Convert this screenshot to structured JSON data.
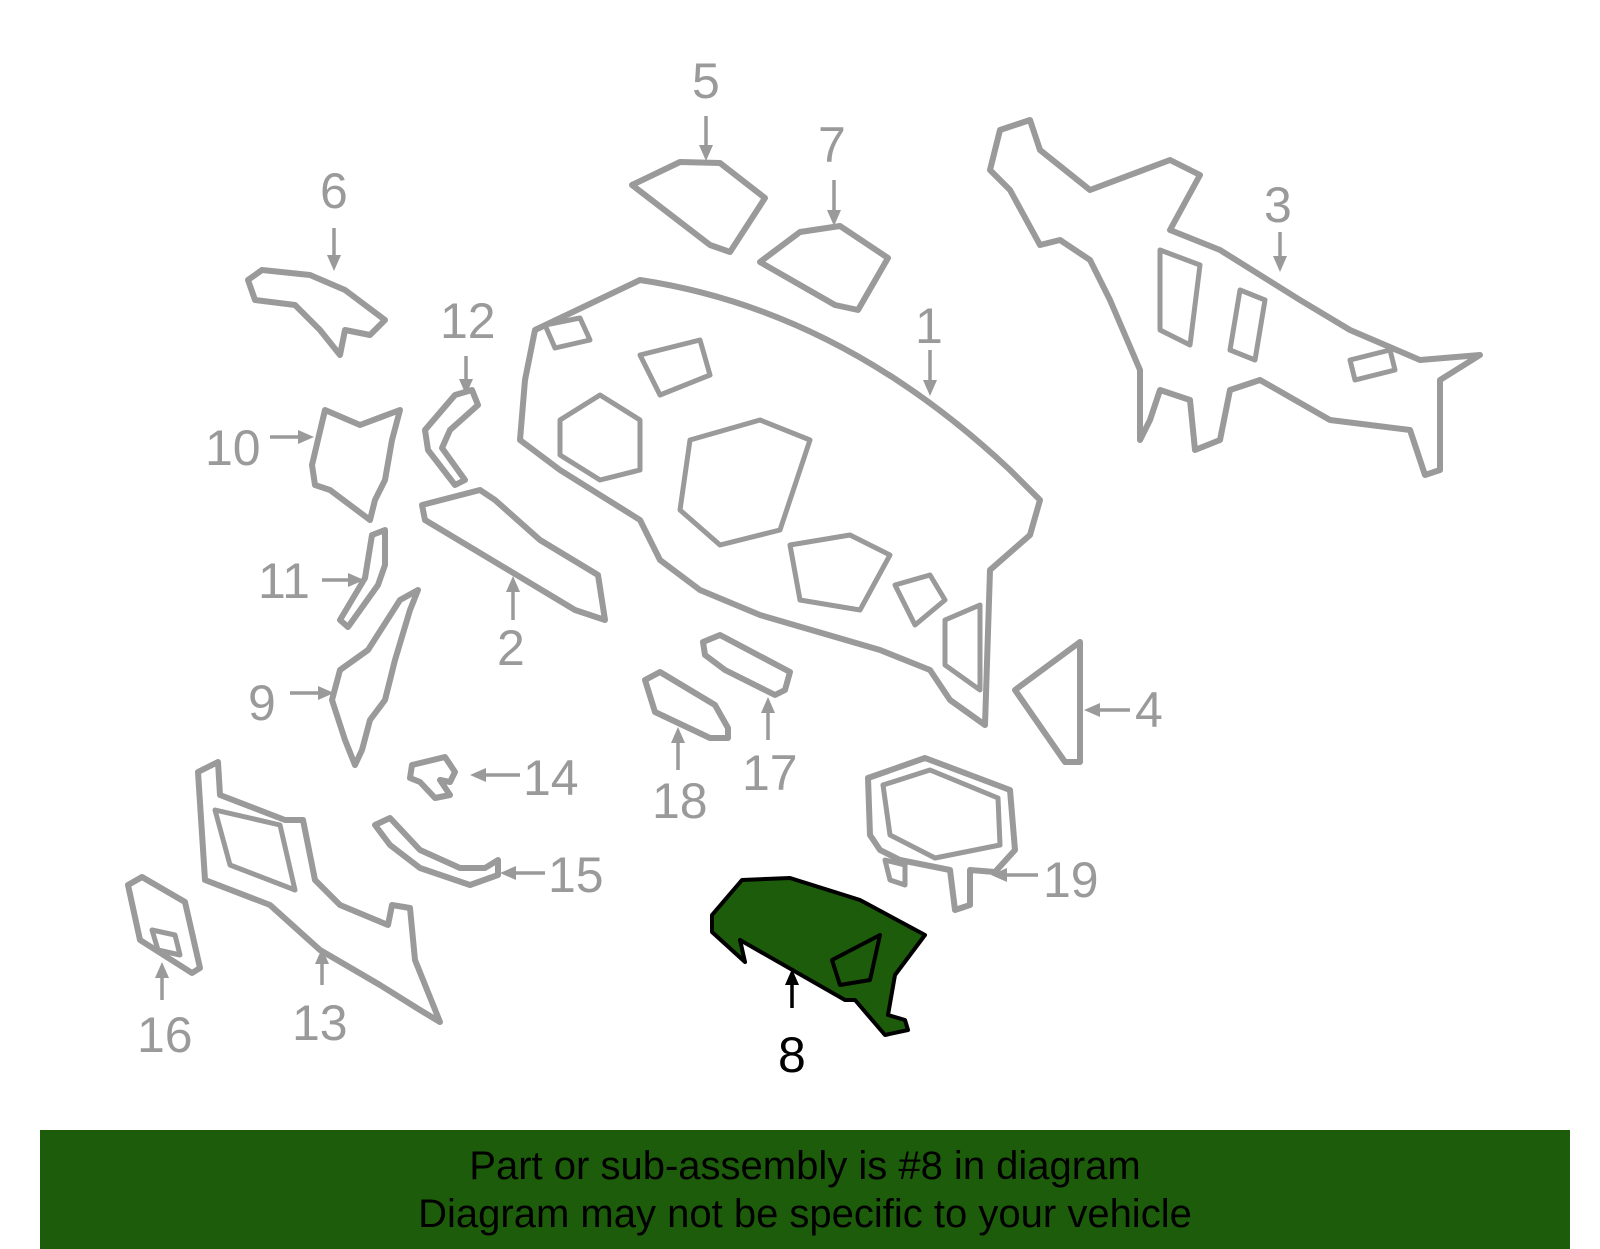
{
  "highlight_color": "#1d5c0a",
  "part_color": "#9a9a9a",
  "callouts": {
    "c1": "1",
    "c2": "2",
    "c3": "3",
    "c4": "4",
    "c5": "5",
    "c6": "6",
    "c7": "7",
    "c8": "8",
    "c9": "9",
    "c10": "10",
    "c11": "11",
    "c12": "12",
    "c13": "13",
    "c14": "14",
    "c15": "15",
    "c16": "16",
    "c17": "17",
    "c18": "18",
    "c19": "19"
  },
  "highlighted_part": "8",
  "banner": {
    "line1": "Part or sub-assembly is #8 in diagram",
    "line2": "Diagram may not be specific to your vehicle"
  }
}
